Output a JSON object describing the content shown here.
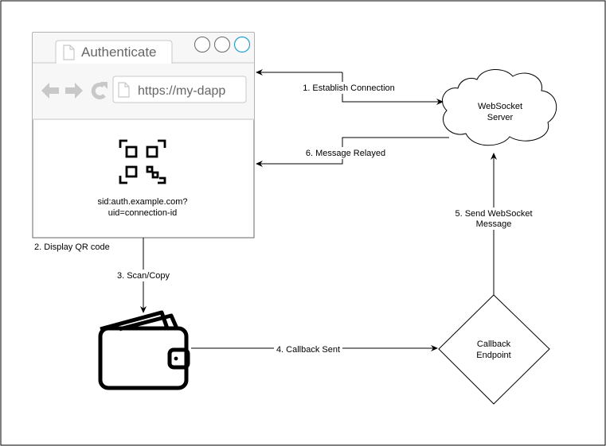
{
  "browser": {
    "tab_title": "Authenticate",
    "url": "https://my-dapp",
    "qr_text_line1": "sid:auth.example.com?",
    "qr_text_line2": "uid=connection-id",
    "nav_icons": [
      "back-arrow-icon",
      "forward-arrow-icon",
      "refresh-icon"
    ],
    "window_buttons": [
      "window-button-1",
      "window-button-2",
      "window-button-3"
    ]
  },
  "nodes": {
    "server_line1": "WebSocket",
    "server_line2": "Server",
    "callback_line1": "Callback",
    "callback_line2": "Endpoint",
    "wallet_icon": "wallet-icon",
    "qr_icon": "qr-code-icon"
  },
  "edges": {
    "e1": "1. Establish Connection",
    "e2": "2. Display QR code",
    "e3": "3. Scan/Copy",
    "e4": "4. Callback Sent",
    "e5_line1": "5. Send WebSocket",
    "e5_line2": "Message",
    "e6": "6. Message Relayed"
  },
  "colors": {
    "stroke": "#000000",
    "browser_border": "#666666",
    "browser_gray": "#c8c8c8",
    "accent": "#1ba1e2"
  }
}
